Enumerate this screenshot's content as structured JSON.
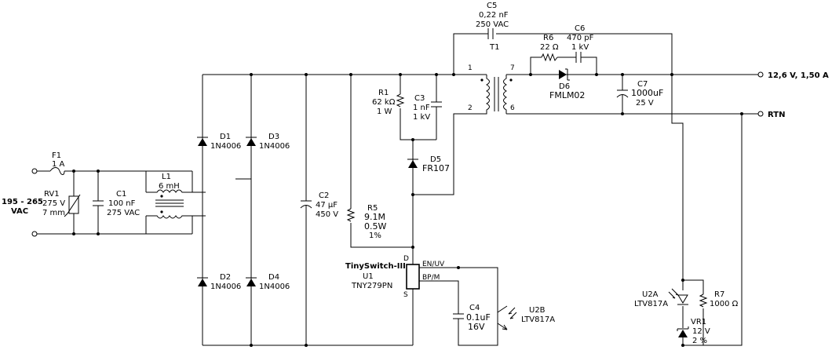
{
  "input": {
    "voltage": "195 - 265",
    "unit": "VAC"
  },
  "f1": {
    "ref": "F1",
    "value": "1 A"
  },
  "rv1": {
    "ref": "RV1",
    "value": "275 V",
    "size": "7 mm"
  },
  "c1": {
    "ref": "C1",
    "value": "100 nF",
    "rating": "275 VAC"
  },
  "l1": {
    "ref": "L1",
    "value": "6 mH"
  },
  "d1": {
    "ref": "D1",
    "part": "1N4006"
  },
  "d2": {
    "ref": "D2",
    "part": "1N4006"
  },
  "d3": {
    "ref": "D3",
    "part": "1N4006"
  },
  "d4": {
    "ref": "D4",
    "part": "1N4006"
  },
  "c2": {
    "ref": "C2",
    "value": "47 µF",
    "rating": "450 V"
  },
  "r5": {
    "ref": "R5",
    "value": "9.1M",
    "power": "0.5W",
    "tol": "1%"
  },
  "r1": {
    "ref": "R1",
    "value": "62 kΩ",
    "power": "1 W"
  },
  "c3": {
    "ref": "C3",
    "value": "1 nF",
    "rating": "1 kV"
  },
  "d5": {
    "ref": "D5",
    "part": "FR107"
  },
  "u1": {
    "family": "TinySwitch-III",
    "ref": "U1",
    "part": "TNY279PN",
    "pin_d": "D",
    "pin_s": "S",
    "pin_en": "EN/UV",
    "pin_bp": "BP/M"
  },
  "c4": {
    "ref": "C4",
    "value": "0.1uF",
    "rating": "16V"
  },
  "u2b": {
    "ref": "U2B",
    "part": "LTV817A"
  },
  "c5": {
    "ref": "C5",
    "value": "0,22 nF",
    "rating": "250 VAC"
  },
  "t1": {
    "ref": "T1",
    "pin1": "1",
    "pin2": "2",
    "pin6": "6",
    "pin7": "7"
  },
  "r6": {
    "ref": "R6",
    "value": "22 Ω"
  },
  "c6": {
    "ref": "C6",
    "value": "470 pF",
    "rating": "1 kV"
  },
  "d6": {
    "ref": "D6",
    "part": "FMLM02"
  },
  "c7": {
    "ref": "C7",
    "value": "1000uF",
    "rating": "25 V"
  },
  "output": {
    "label": "12,6 V, 1,50 A",
    "rtn": "RTN"
  },
  "u2a": {
    "ref": "U2A",
    "part": "LTV817A"
  },
  "r7": {
    "ref": "R7",
    "value": "1000 Ω"
  },
  "vr1": {
    "ref": "VR1",
    "value": "12 V",
    "tol": "2 %"
  }
}
